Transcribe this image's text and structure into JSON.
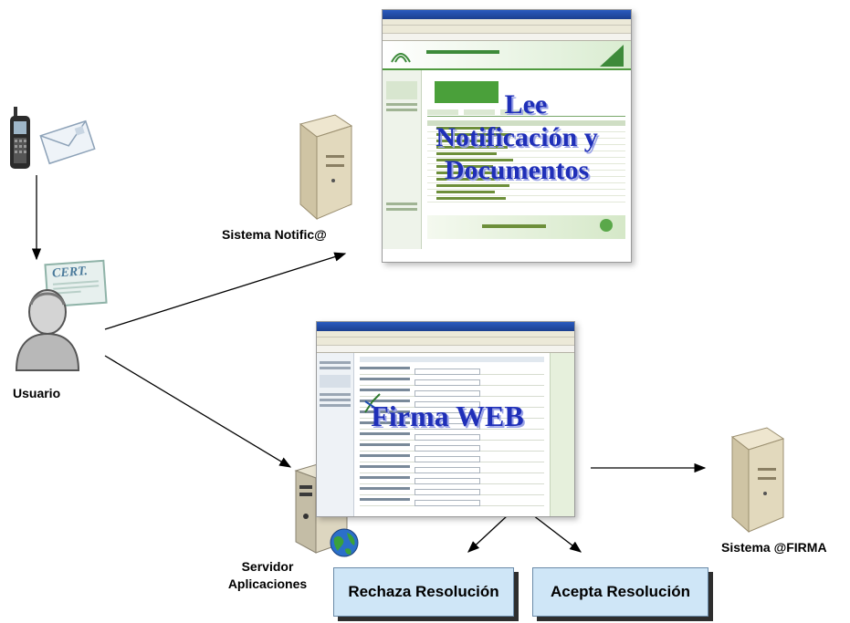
{
  "nodes": {
    "usuario": "Usuario",
    "sistema_notifica": "Sistema Notific@",
    "servidor_line1": "Servidor",
    "servidor_line2": "Aplicaciones",
    "sistema_firma": "Sistema @FIRMA"
  },
  "overlays": {
    "lee_line1": "Lee",
    "lee_line2": "Notificación y",
    "lee_line3": "Documentos",
    "firma_web": "Firma WEB"
  },
  "buttons": {
    "rechaza": "Rechaza Resolución",
    "acepta": "Acepta Resolución"
  },
  "cert_label": "CERT.",
  "colors": {
    "overlay_text": "#1f2fb8",
    "button_fill": "#cfe6f7",
    "junta_green": "#3d8a3a"
  }
}
